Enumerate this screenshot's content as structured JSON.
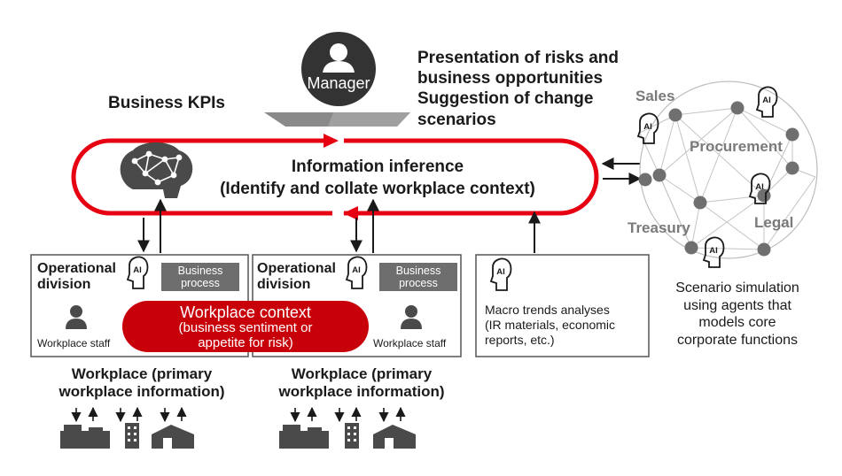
{
  "manager": {
    "label": "Manager"
  },
  "kpi_label": "Business KPIs",
  "presentation_text": "Presentation of risks and\nbusiness opportunities\nSuggestion of change\nscenarios",
  "inference": {
    "title": "Information inference",
    "subtitle": "(Identify and collate workplace context)"
  },
  "divisions": [
    {
      "title": "Operational\ndivision",
      "process": "Business\nprocess",
      "staff": "Workplace staff",
      "caption": "Workplace (primary\nworkplace information)"
    },
    {
      "title": "Operational\ndivision",
      "process": "Business\nprocess",
      "staff": "Workplace staff",
      "caption": "Workplace (primary\nworkplace information)"
    }
  ],
  "workplace_context": {
    "title": "Workplace context",
    "detail": "(business sentiment or\nappetite for risk)"
  },
  "macro": {
    "text": "Macro trends analyses\n(IR materials, economic\nreports, etc.)"
  },
  "functions": {
    "sales": "Sales",
    "procurement": "Procurement",
    "treasury": "Treasury",
    "legal": "Legal"
  },
  "ai_badge": "AI",
  "scenario_text": "Scenario simulation\nusing agents that\nmodels core\ncorporate functions",
  "colors": {
    "accent": "#e60012",
    "context_fill": "#c8000a",
    "dark": "#333333",
    "mid_gray": "#6e6e6e",
    "node": "#6f6f6f"
  }
}
